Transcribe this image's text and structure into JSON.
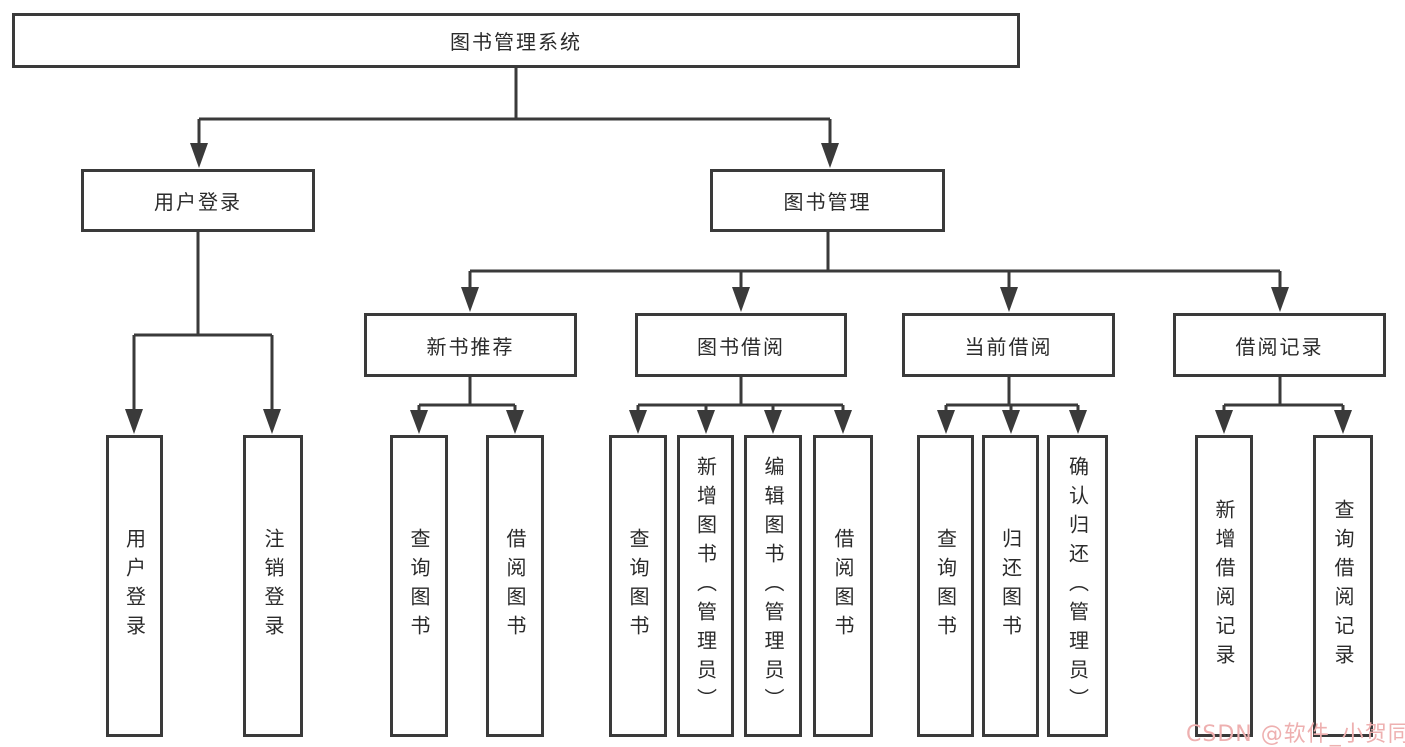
{
  "diagram": {
    "root": {
      "label": "图书管理系统"
    },
    "branches": [
      {
        "label": "用户登录",
        "children": [
          {
            "label": "用户登录"
          },
          {
            "label": "注销登录"
          }
        ]
      },
      {
        "label": "图书管理",
        "children": [
          {
            "label": "新书推荐",
            "children": [
              {
                "label": "查询图书"
              },
              {
                "label": "借阅图书"
              }
            ]
          },
          {
            "label": "图书借阅",
            "children": [
              {
                "label": "查询图书"
              },
              {
                "label": "新增图书（管理员）"
              },
              {
                "label": "编辑图书（管理员）"
              },
              {
                "label": "借阅图书"
              }
            ]
          },
          {
            "label": "当前借阅",
            "children": [
              {
                "label": "查询图书"
              },
              {
                "label": "归还图书"
              },
              {
                "label": "确认归还（管理员）"
              }
            ]
          },
          {
            "label": "借阅记录",
            "children": [
              {
                "label": "新增借阅记录"
              },
              {
                "label": "查询借阅记录"
              }
            ]
          }
        ]
      }
    ],
    "watermark": {
      "text": "CSDN @软件_小贺同学",
      "color": "#eeb0b0"
    },
    "colors": {
      "line": "#3a3a3a",
      "text": "#2b2b2b",
      "background": "#ffffff"
    }
  }
}
